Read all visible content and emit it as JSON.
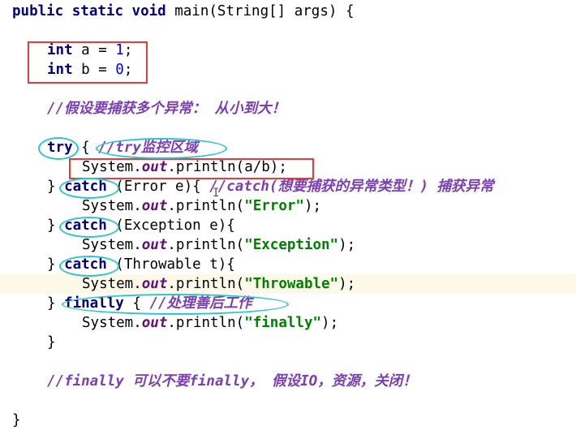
{
  "code": {
    "l1": {
      "kw1": "public",
      "kw2": "static",
      "kw3": "void",
      "rest": " main(String[] args) {"
    },
    "l2": {
      "kw": "int",
      "rest": " a = ",
      "num": "1",
      "end": ";"
    },
    "l3": {
      "kw": "int",
      "rest": " b = ",
      "num": "0",
      "end": ";"
    },
    "l4": {
      "comment": "//假设要捕获多个异常： 从小到大！"
    },
    "l5": {
      "kw": "try",
      "rest": " { ",
      "comment": "//try监控区域"
    },
    "l6": {
      "a": "System.",
      "fld": "out",
      "b": ".println(a/b);"
    },
    "l7": {
      "brace": "} ",
      "kw": "catch",
      "rest": " (Error e){ ",
      "comment": "//catch(想要捕获的异常类型！) 捕获异常"
    },
    "l8": {
      "a": "System.",
      "fld": "out",
      "b": ".println(",
      "str": "\"Error\"",
      "c": ");"
    },
    "l9": {
      "brace": "} ",
      "kw": "catch",
      "rest": " (Exception e){"
    },
    "l10": {
      "a": "System.",
      "fld": "out",
      "b": ".println(",
      "str": "\"Exception\"",
      "c": ");"
    },
    "l11": {
      "brace": "} ",
      "kw": "catch",
      "rest": " (Throwable t){"
    },
    "l12": {
      "a": "System.",
      "fld": "out",
      "b": ".println(",
      "str": "\"Throwable\"",
      "c": ");"
    },
    "l13": {
      "brace": "} ",
      "kw": "finally",
      "rest": " { ",
      "comment": "//处理善后工作"
    },
    "l14": {
      "a": "System.",
      "fld": "out",
      "b": ".println(",
      "str": "\"finally\"",
      "c": ");"
    },
    "l15": {
      "text": "}"
    },
    "l16": {
      "comment": "//finally 可以不要finally， 假设IO，资源，关闭！"
    },
    "l17": {
      "text": "}"
    }
  },
  "colors": {
    "keyword": "#000080",
    "field": "#660e7a",
    "number": "#0000ff",
    "string": "#008000",
    "comment": "#7a3fb5",
    "annotation_rect": "#e63b3b",
    "annotation_ellipse": "#2ec4d1",
    "current_line": "#fdf9e8"
  }
}
